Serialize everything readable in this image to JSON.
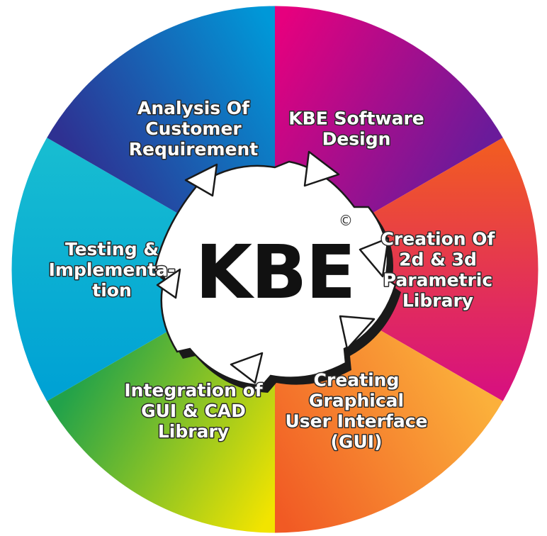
{
  "center": {
    "title": "KBE",
    "mark": "©"
  },
  "segments": [
    {
      "id": "kbe-software-design",
      "lines": [
        "KBE Software",
        "Design"
      ],
      "colors": [
        "#e6007e",
        "#6a1b9a"
      ]
    },
    {
      "id": "creation-parametric-library",
      "lines": [
        "Creation Of",
        "2d & 3d",
        "Parametric",
        "Library"
      ],
      "colors": [
        "#f15a24",
        "#d8127d"
      ]
    },
    {
      "id": "creating-gui",
      "lines": [
        "Creating",
        "Graphical",
        "User Interface",
        "(GUI)"
      ],
      "colors": [
        "#fbb03b",
        "#f15a24"
      ]
    },
    {
      "id": "integration-gui-cad",
      "lines": [
        "Integration of",
        "GUI & CAD",
        "Library"
      ],
      "colors": [
        "#f2e400",
        "#22a24a"
      ]
    },
    {
      "id": "testing-implementation",
      "lines": [
        "Testing &",
        "Implementa-",
        "tion"
      ],
      "colors": [
        "#00a2d4",
        "#17bcd1"
      ]
    },
    {
      "id": "analysis-customer-requirement",
      "lines": [
        "Analysis Of",
        "Customer",
        "Requirement"
      ],
      "colors": [
        "#2e3192",
        "#0098d8"
      ]
    }
  ]
}
